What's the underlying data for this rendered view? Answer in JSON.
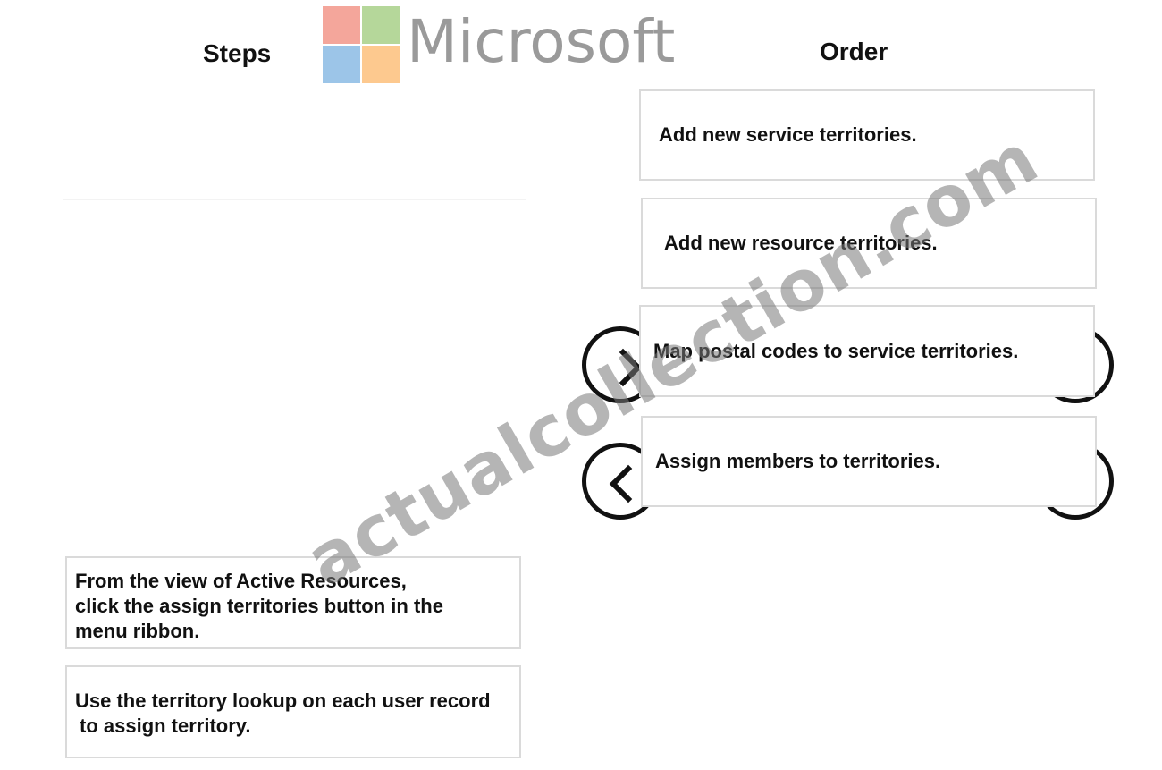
{
  "headings": {
    "steps": "Steps",
    "order": "Order"
  },
  "logo": {
    "wordmark": "Microsoft",
    "colors": [
      "#f4a69b",
      "#b5d79a",
      "#9cc5e8",
      "#fdc98f"
    ]
  },
  "order_items": [
    "Add new service territories.",
    "Add new resource territories.",
    "Map postal codes to service territories.",
    "Assign members to territories."
  ],
  "step_items": [
    {
      "lines": [
        "From the view of Active Resources,",
        "click the assign territories button in the",
        "menu ribbon."
      ]
    },
    {
      "lines": [
        "Use the territory lookup on each user record",
        "to assign territory."
      ]
    }
  ],
  "controls": {
    "move_right_icon": "chevron-right-icon",
    "move_left_icon": "chevron-left-icon",
    "move_up_icon": "chevron-up-icon",
    "move_down_icon": "chevron-down-icon"
  },
  "watermark": "actualcollection.com"
}
